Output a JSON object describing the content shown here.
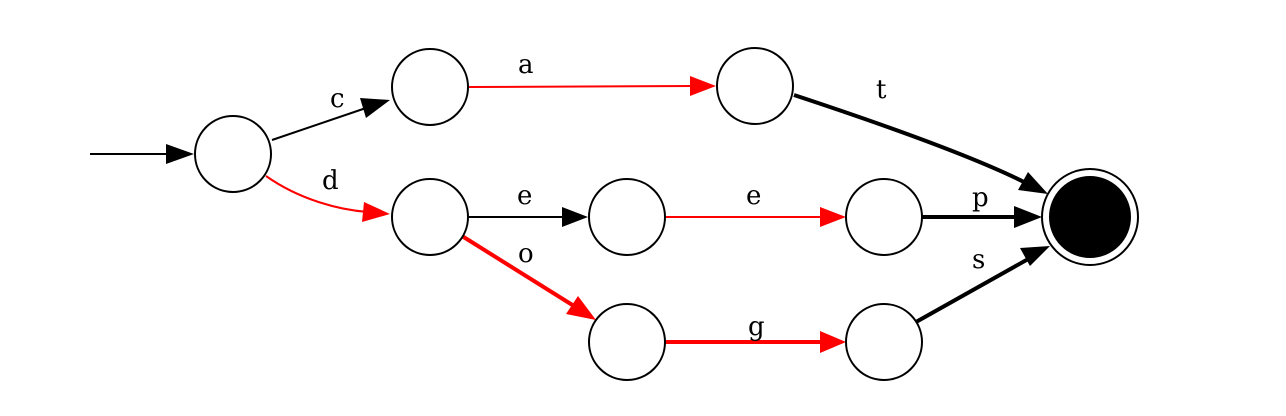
{
  "diagram": {
    "type": "finite-automaton",
    "colors": {
      "black": "#000000",
      "red": "#ff0000"
    },
    "states": [
      {
        "id": "s0",
        "final": false
      },
      {
        "id": "s1",
        "final": false
      },
      {
        "id": "s2",
        "final": false
      },
      {
        "id": "s3",
        "final": false
      },
      {
        "id": "s4",
        "final": false
      },
      {
        "id": "s5",
        "final": false
      },
      {
        "id": "s6",
        "final": false
      },
      {
        "id": "s7",
        "final": false
      },
      {
        "id": "s8",
        "final": false
      },
      {
        "id": "s9",
        "final": true
      }
    ],
    "start_state": "s0",
    "edges": [
      {
        "id": "e-c",
        "from": "s0",
        "to": "s1",
        "label": "c",
        "color": "black",
        "bold": false
      },
      {
        "id": "e-d",
        "from": "s0",
        "to": "s2",
        "label": "d",
        "color": "red",
        "bold": false
      },
      {
        "id": "e-a",
        "from": "s1",
        "to": "s3",
        "label": "a",
        "color": "red",
        "bold": false
      },
      {
        "id": "e-t",
        "from": "s3",
        "to": "s9",
        "label": "t",
        "color": "black",
        "bold": true
      },
      {
        "id": "e-e1",
        "from": "s2",
        "to": "s4",
        "label": "e",
        "color": "black",
        "bold": false
      },
      {
        "id": "e-e2",
        "from": "s4",
        "to": "s6",
        "label": "e",
        "color": "red",
        "bold": false
      },
      {
        "id": "e-p",
        "from": "s6",
        "to": "s9",
        "label": "p",
        "color": "black",
        "bold": true
      },
      {
        "id": "e-o",
        "from": "s2",
        "to": "s5",
        "label": "o",
        "color": "red",
        "bold": true
      },
      {
        "id": "e-g",
        "from": "s5",
        "to": "s7",
        "label": "g",
        "color": "red",
        "bold": true
      },
      {
        "id": "e-s",
        "from": "s7",
        "to": "s9",
        "label": "s",
        "color": "black",
        "bold": true
      }
    ]
  }
}
